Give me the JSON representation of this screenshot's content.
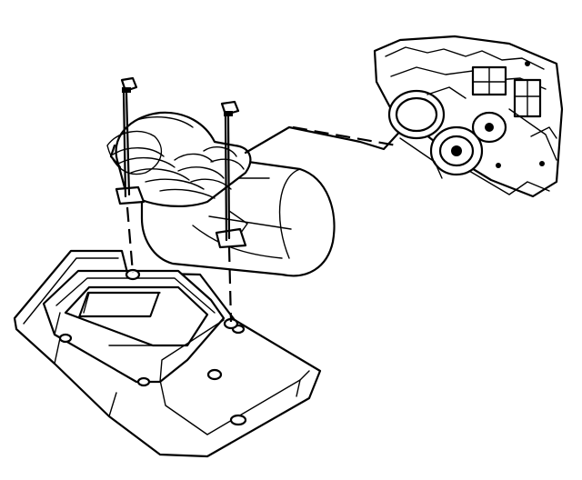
{
  "figure": {
    "components": [
      "bracket",
      "fastener-left",
      "fastener-right",
      "bellows-hose",
      "resonator-housing",
      "engine-detail-view"
    ],
    "line_color": "#000000",
    "background": "#ffffff"
  }
}
